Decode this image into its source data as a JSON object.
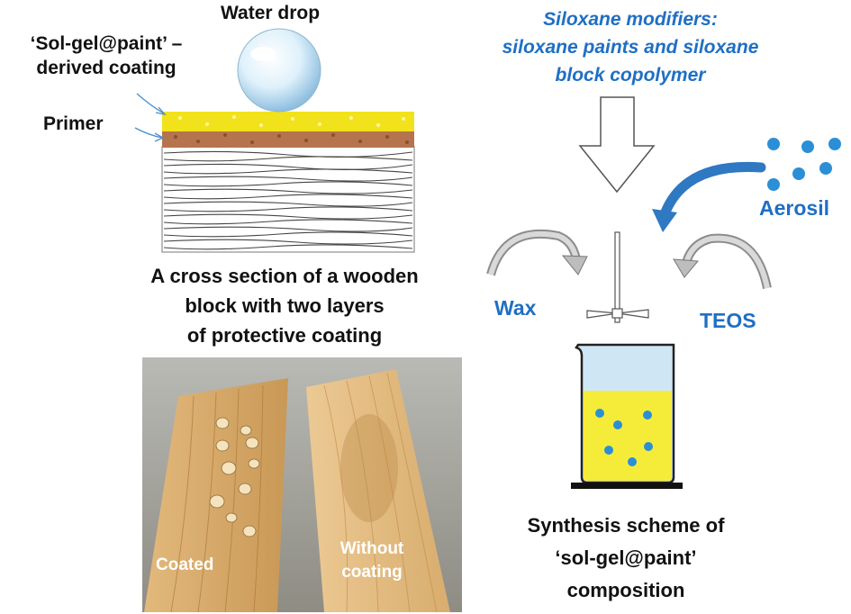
{
  "left_panel": {
    "water_drop_label": "Water drop",
    "coating_label_line1": "‘Sol-gel@paint’ –",
    "coating_label_line2": "derived coating",
    "primer_label": "Primer",
    "cross_section_caption_line1": "A cross section  of a wooden",
    "cross_section_caption_line2": "block with two layers",
    "cross_section_caption_line3": "of protective coating",
    "photo_label_coated": "Coated",
    "photo_label_uncoated_line1": "Without",
    "photo_label_uncoated_line2": "coating"
  },
  "right_panel": {
    "modifiers_title_line1": "Siloxane modifiers:",
    "modifiers_title_line2": "siloxane paints and siloxane",
    "modifiers_title_line3": "block copolymer",
    "aerosil_label": "Aerosil",
    "wax_label": "Wax",
    "teos_label": "TEOS",
    "scheme_caption_line1": "Synthesis  scheme of",
    "scheme_caption_line2": "‘sol-gel@paint’",
    "scheme_caption_line3": "composition"
  },
  "colors": {
    "label_blue": "#1f6fc4",
    "coating_yellow": "#f2e21b",
    "primer_brown": "#b5744e",
    "beaker_liquid": "#f5ec3a",
    "beaker_headspace": "#cfe7f5",
    "particle_blue": "#2a8fd6",
    "arrow_gray": "#9a9a9a"
  }
}
